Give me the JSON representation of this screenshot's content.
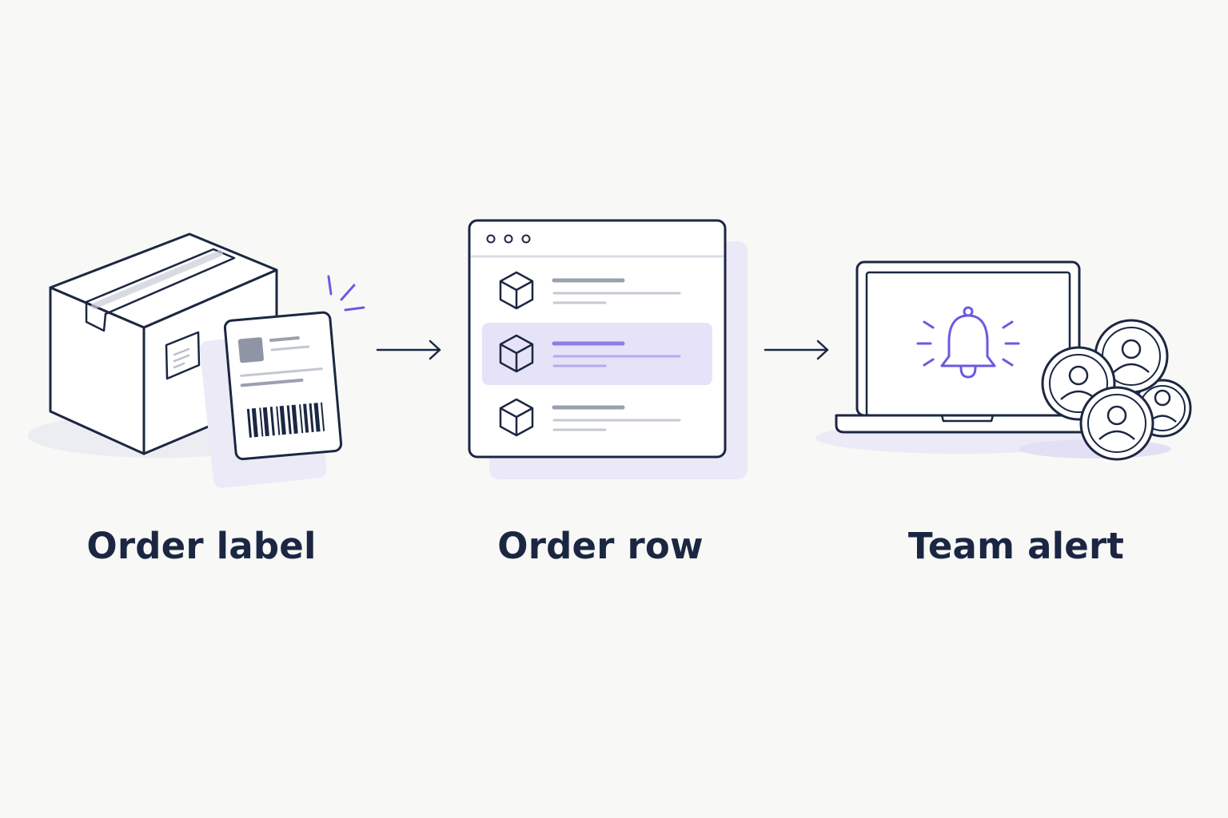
{
  "steps": [
    {
      "label": "Order label",
      "illustration": "shipping-box-with-barcode-label"
    },
    {
      "label": "Order row",
      "illustration": "app-window-with-order-list"
    },
    {
      "label": "Team alert",
      "illustration": "laptop-bell-notification-with-team-avatars"
    }
  ],
  "connectors": [
    "arrow-right-icon",
    "arrow-right-icon"
  ],
  "colors": {
    "background": "#f8f8f6",
    "ink": "#1b2742",
    "accent": "#6a5ae0",
    "accent_soft": "#e6e3f8",
    "muted_gray": "#b9bec9"
  }
}
